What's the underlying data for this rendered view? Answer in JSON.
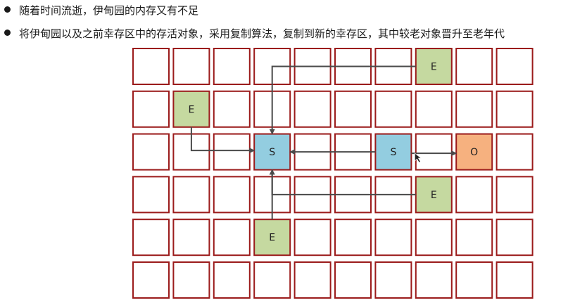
{
  "bullets": [
    "随着时间流逝，伊甸园的内存又有不足",
    "将伊甸园以及之前幸存区中的存活对象，采用复制算法，复制到新的幸存区，其中较老对象晋升至老年代"
  ],
  "grid": {
    "rows": 6,
    "cols": 10,
    "border_color": "#9b1b1b",
    "arrow_color": "#4a4a4a",
    "cell_types": {
      "E": {
        "label": "E",
        "fill": "#c5d9a0"
      },
      "S": {
        "label": "S",
        "fill": "#93cde0"
      },
      "O": {
        "label": "O",
        "fill": "#f6b17f"
      }
    },
    "objects": [
      {
        "id": "e1",
        "type": "E",
        "row": 0,
        "col": 7
      },
      {
        "id": "e2",
        "type": "E",
        "row": 1,
        "col": 1
      },
      {
        "id": "s1",
        "type": "S",
        "row": 2,
        "col": 3
      },
      {
        "id": "s2",
        "type": "S",
        "row": 2,
        "col": 6
      },
      {
        "id": "o1",
        "type": "O",
        "row": 2,
        "col": 8
      },
      {
        "id": "e3",
        "type": "E",
        "row": 3,
        "col": 7
      },
      {
        "id": "e4",
        "type": "E",
        "row": 4,
        "col": 3
      }
    ],
    "copies": [
      {
        "from": "e1",
        "to": "s1"
      },
      {
        "from": "e2",
        "to": "s1"
      },
      {
        "from": "s2",
        "to": "s1"
      },
      {
        "from": "s2",
        "to": "o1"
      },
      {
        "from": "e3",
        "to": "s1"
      },
      {
        "from": "e4",
        "to": "s1"
      }
    ]
  }
}
